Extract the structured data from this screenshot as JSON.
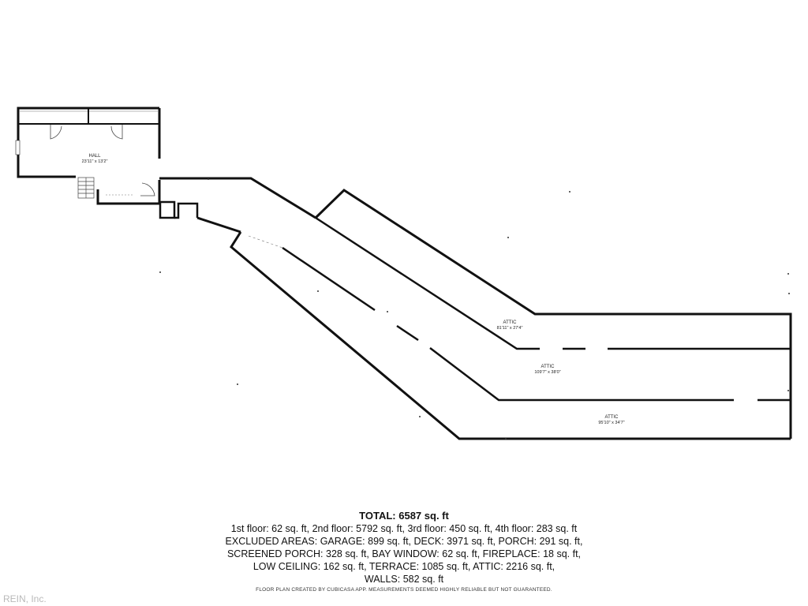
{
  "rooms": {
    "hall": {
      "name": "HALL",
      "dims": "23'11\" x 13'2\""
    },
    "attic1": {
      "name": "ATTIC",
      "dims": "81'11\" x 27'4\""
    },
    "attic2": {
      "name": "ATTIC",
      "dims": "109'7\" x 38'0\""
    },
    "attic3": {
      "name": "ATTIC",
      "dims": "95'10\" x 34'7\""
    }
  },
  "summary": {
    "total": "TOTAL: 6587 sq. ft",
    "lines": [
      "1st floor: 62 sq. ft, 2nd floor: 5792 sq. ft, 3rd floor: 450 sq. ft, 4th floor: 283 sq. ft",
      "EXCLUDED AREAS: GARAGE: 899 sq. ft, DECK: 3971 sq. ft, PORCH: 291 sq. ft,",
      "SCREENED PORCH: 328 sq. ft, BAY WINDOW: 62 sq. ft, FIREPLACE: 18 sq. ft,",
      "LOW CEILING: 162 sq. ft, TERRACE: 1085 sq. ft, ATTIC: 2216 sq. ft,",
      "WALLS: 582 sq. ft"
    ]
  },
  "disclaimer": "FLOOR PLAN CREATED BY CUBICASA APP. MEASUREMENTS DEEMED HIGHLY RELIABLE BUT NOT GUARANTEED.",
  "brand": "REIN, Inc."
}
